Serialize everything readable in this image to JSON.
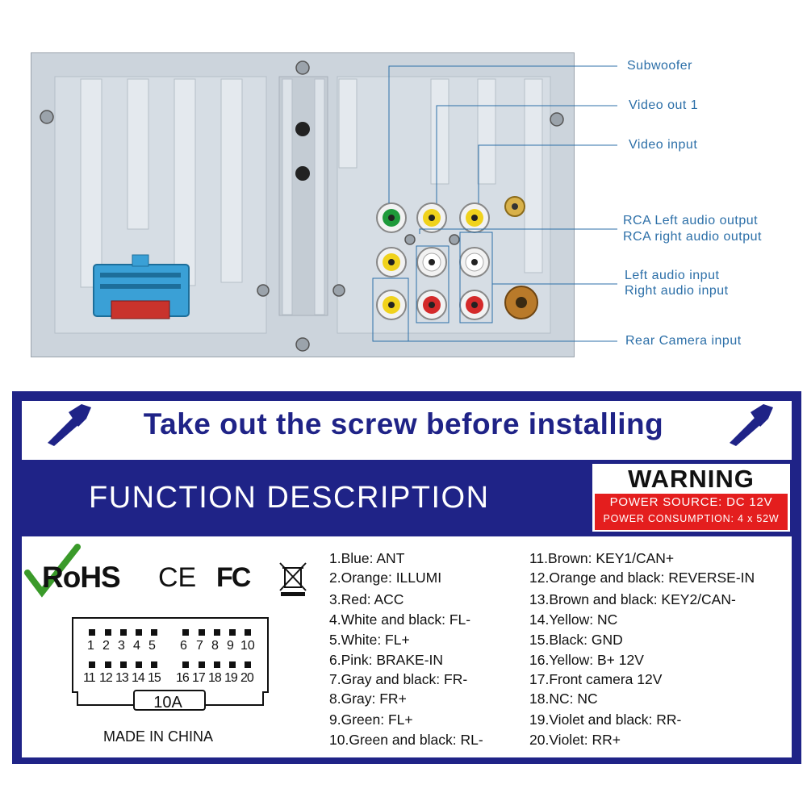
{
  "callouts": {
    "subwoofer": "Subwoofer",
    "video_out": "Video out 1",
    "video_in": "Video input",
    "rca_left_out": "RCA Left audio output",
    "rca_right_out": "RCA right audio output",
    "left_in": "Left audio input",
    "right_in": "Right audio input",
    "rear_cam": "Rear Camera input"
  },
  "colors": {
    "accent_blue": "#1f2387",
    "callout_line": "#2c6fa8",
    "warning_red": "#e41e1e"
  },
  "label": {
    "banner": "Take out the screw before installing",
    "function_title": "FUNCTION DESCRIPTION",
    "warning_title": "WARNING",
    "power_source": "POWER SOURCE: DC 12V",
    "power_consumption": "POWER CONSUMPTION: 4 x 52W",
    "rohs": "RoHS",
    "ce": "CE",
    "fc": "FC",
    "fuse": "10A",
    "made_in": "MADE IN CHINA"
  },
  "pins_top": [
    "1",
    "2",
    "3",
    "4",
    "5",
    "6",
    "7",
    "8",
    "9",
    "10"
  ],
  "pins_bottom": [
    "11",
    "12",
    "13",
    "14",
    "15",
    "16",
    "17",
    "18",
    "19",
    "20"
  ],
  "wires_left": [
    "1.Blue: ANT",
    "2.Orange: ILLUMI",
    "3.Red: ACC",
    "4.White and black: FL-",
    "5.White: FL+",
    "6.Pink: BRAKE-IN",
    "7.Gray and black: FR-",
    "8.Gray: FR+",
    "9.Green: FL+",
    "10.Green and black: RL-"
  ],
  "wires_right": [
    "11.Brown: KEY1/CAN+",
    "12.Orange and black: REVERSE-IN",
    "13.Brown and black: KEY2/CAN-",
    "14.Yellow: NC",
    "15.Black: GND",
    "16.Yellow: B+ 12V",
    "17.Front camera 12V",
    "18.NC: NC",
    "19.Violet and black: RR-",
    "20.Violet: RR+"
  ]
}
